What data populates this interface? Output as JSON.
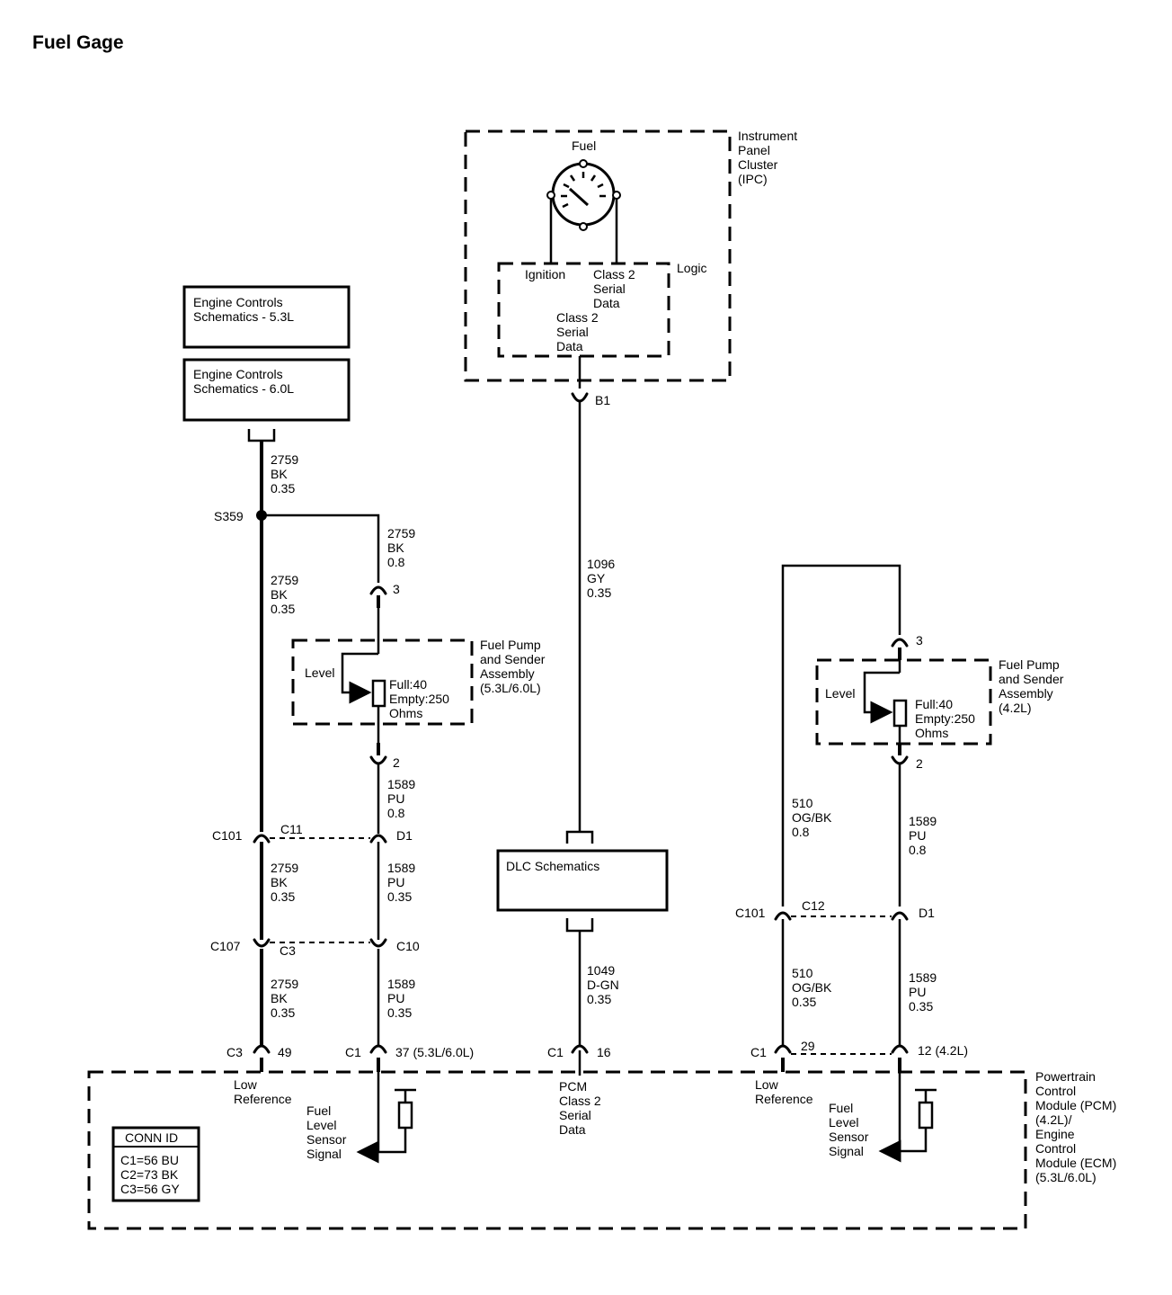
{
  "title": "Fuel Gage",
  "ipc": {
    "label": [
      "Instrument",
      "Panel",
      "Cluster",
      "(IPC)"
    ],
    "gauge": "Fuel",
    "logic": "Logic",
    "ignition": "Ignition",
    "class2_upper": [
      "Class 2",
      "Serial",
      "Data"
    ],
    "class2_lower": [
      "Class 2",
      "Serial",
      "Data"
    ]
  },
  "engine_boxes": [
    "Engine Controls\nSchematics - 5.3L",
    "Engine Controls\nSchematics - 6.0L"
  ],
  "dlc": "DLC Schematics",
  "connectors": {
    "b1": "B1",
    "s359": "S359",
    "left_pin3": "3",
    "left_pin2": "2",
    "c101_left": "C101",
    "c11": "C11",
    "d1_left": "D1",
    "c107": "C107",
    "c3": "C3",
    "c10": "C10",
    "c3_pcm": "C3",
    "pin49": "49",
    "c1_mid": "C1",
    "pin37": "37 (5.3L/6.0L)",
    "c1_dlc": "C1",
    "pin16": "16",
    "c101_right": "C101",
    "c12": "C12",
    "d1_right": "D1",
    "c1_right": "C1",
    "pin29": "29",
    "pin12": "12 (4.2L)",
    "right_pin3": "3",
    "right_pin2": "2"
  },
  "wires": {
    "w1": [
      "2759",
      "BK",
      "0.35"
    ],
    "w2": [
      "2759",
      "BK",
      "0.8"
    ],
    "w3": [
      "2759",
      "BK",
      "0.35"
    ],
    "w4": [
      "1589",
      "PU",
      "0.8"
    ],
    "w5": [
      "2759",
      "BK",
      "0.35"
    ],
    "w6": [
      "1589",
      "PU",
      "0.35"
    ],
    "w7": [
      "2759",
      "BK",
      "0.35"
    ],
    "w8": [
      "1589",
      "PU",
      "0.35"
    ],
    "w9": [
      "1096",
      "GY",
      "0.35"
    ],
    "w10": [
      "1049",
      "D-GN",
      "0.35"
    ],
    "w11": [
      "510",
      "OG/BK",
      "0.8"
    ],
    "w12": [
      "1589",
      "PU",
      "0.8"
    ],
    "w13": [
      "510",
      "OG/BK",
      "0.35"
    ],
    "w14": [
      "1589",
      "PU",
      "0.35"
    ]
  },
  "sender_left": {
    "label": [
      "Fuel Pump",
      "and Sender",
      "Assembly",
      "(5.3L/6.0L)"
    ],
    "level": "Level",
    "values": [
      "Full:40",
      "Empty:250",
      "Ohms"
    ]
  },
  "sender_right": {
    "label": [
      "Fuel Pump",
      "and Sender",
      "Assembly",
      "(4.2L)"
    ],
    "level": "Level",
    "values": [
      "Full:40",
      "Empty:250",
      "Ohms"
    ]
  },
  "pcm": {
    "label": [
      "Powertrain",
      "Control",
      "Module (PCM)",
      "(4.2L)/",
      "Engine",
      "Control",
      "Module (ECM)",
      "(5.3L/6.0L)"
    ],
    "low_ref_left": [
      "Low",
      "Reference"
    ],
    "fuel_signal_left": [
      "Fuel",
      "Level",
      "Sensor",
      "Signal"
    ],
    "pcm_data": [
      "PCM",
      "Class 2",
      "Serial",
      "Data"
    ],
    "low_ref_right": [
      "Low",
      "Reference"
    ],
    "fuel_signal_right": [
      "Fuel",
      "Level",
      "Sensor",
      "Signal"
    ]
  },
  "conn_id": {
    "title": "CONN ID",
    "rows": [
      "C1=56 BU",
      "C2=73 BK",
      "C3=56 GY"
    ]
  }
}
